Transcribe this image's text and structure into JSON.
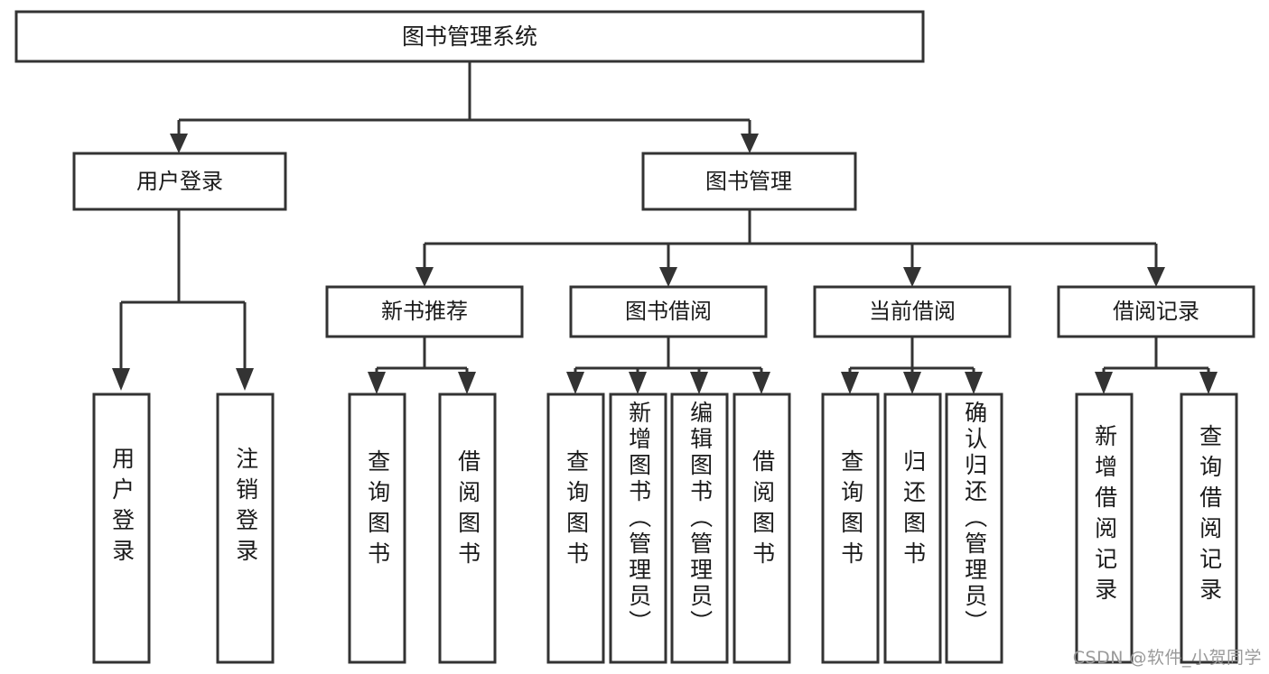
{
  "diagram": {
    "title": "图书管理系统",
    "type": "hierarchy-tree",
    "watermark": "CSDN @软件_小贺同学",
    "colors": {
      "stroke": "#333333",
      "box_fill": "#ffffff",
      "text": "#1a1a1a",
      "watermark": "#9a9a9a",
      "background": "#ffffff"
    },
    "root": {
      "label": "图书管理系统"
    },
    "level2": [
      {
        "id": "user-login",
        "label": "用户登录"
      },
      {
        "id": "book-manage",
        "label": "图书管理"
      }
    ],
    "level3": [
      {
        "id": "new-book-recommend",
        "label": "新书推荐"
      },
      {
        "id": "book-borrow",
        "label": "图书借阅"
      },
      {
        "id": "current-borrow",
        "label": "当前借阅"
      },
      {
        "id": "borrow-record",
        "label": "借阅记录"
      }
    ],
    "leaves": {
      "user-login": [
        {
          "id": "leaf-user-login",
          "label": "用户登录"
        },
        {
          "id": "leaf-logout-login",
          "label": "注销登录"
        }
      ],
      "new-book-recommend": [
        {
          "id": "leaf-query-book-1",
          "label": "查询图书"
        },
        {
          "id": "leaf-borrow-book-1",
          "label": "借阅图书"
        }
      ],
      "book-borrow": [
        {
          "id": "leaf-query-book-2",
          "label": "查询图书"
        },
        {
          "id": "leaf-add-book",
          "label": "新增图书（管理员）"
        },
        {
          "id": "leaf-edit-book",
          "label": "编辑图书（管理员）"
        },
        {
          "id": "leaf-borrow-book-2",
          "label": "借阅图书"
        }
      ],
      "current-borrow": [
        {
          "id": "leaf-query-book-3",
          "label": "查询图书"
        },
        {
          "id": "leaf-return-book",
          "label": "归还图书"
        },
        {
          "id": "leaf-confirm-return",
          "label": "确认归还（管理员）"
        }
      ],
      "borrow-record": [
        {
          "id": "leaf-add-record",
          "label": "新增借阅记录"
        },
        {
          "id": "leaf-query-record",
          "label": "查询借阅记录"
        }
      ]
    }
  }
}
